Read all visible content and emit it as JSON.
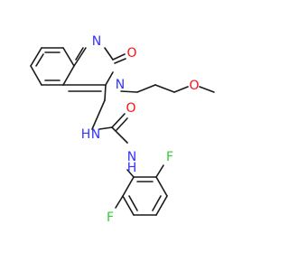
{
  "atoms": {
    "n_ring_top": {
      "label": "N",
      "color": "#3333ff"
    },
    "o_carbonyl_1": {
      "label": "O",
      "color": "#ff0d0d"
    },
    "n_ring_mid": {
      "label": "N",
      "color": "#3333ff"
    },
    "o_ether": {
      "label": "O",
      "color": "#ff0d0d"
    },
    "nh_1": {
      "label": "N",
      "h_label": "H",
      "color": "#3333ff"
    },
    "o_carbonyl_2": {
      "label": "O",
      "color": "#ff0d0d"
    },
    "nh_2": {
      "label": "N",
      "h_label": "H",
      "color": "#3333ff"
    },
    "f_top": {
      "label": "F",
      "color": "#33cc33"
    },
    "f_bottom": {
      "label": "F",
      "color": "#33cc33"
    }
  }
}
